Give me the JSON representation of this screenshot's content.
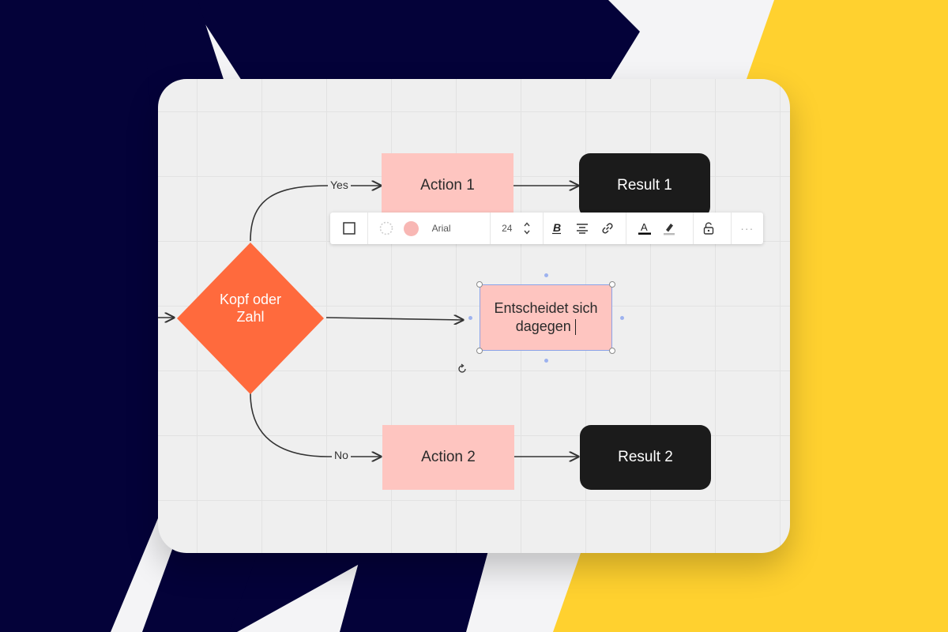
{
  "flowchart": {
    "decision": {
      "label_line1": "Kopf oder",
      "label_line2": "Zahl",
      "color": "#ff6a3d"
    },
    "edges": {
      "yes_label": "Yes",
      "no_label": "No"
    },
    "actions": [
      {
        "label": "Action 1"
      },
      {
        "label": "Action 2"
      }
    ],
    "results": [
      {
        "label": "Result 1"
      },
      {
        "label": "Result 2"
      }
    ],
    "editing_box": {
      "line1": "Entscheidet sich",
      "line2": "dagegen"
    },
    "colors": {
      "action_fill": "#fec5c0",
      "result_fill": "#1b1b1b",
      "selection": "#8aa2e8"
    }
  },
  "toolbar": {
    "font_family": "Arial",
    "font_size": "24",
    "more_label": "···",
    "icons": [
      "shape-square-icon",
      "border-style-icon",
      "fill-color-swatch",
      "bold-icon",
      "align-center-icon",
      "link-icon",
      "text-color-icon",
      "highlight-icon",
      "lock-icon",
      "more-icon"
    ],
    "fill_swatch_color": "#f8b7b4",
    "text_color": "#000000"
  }
}
